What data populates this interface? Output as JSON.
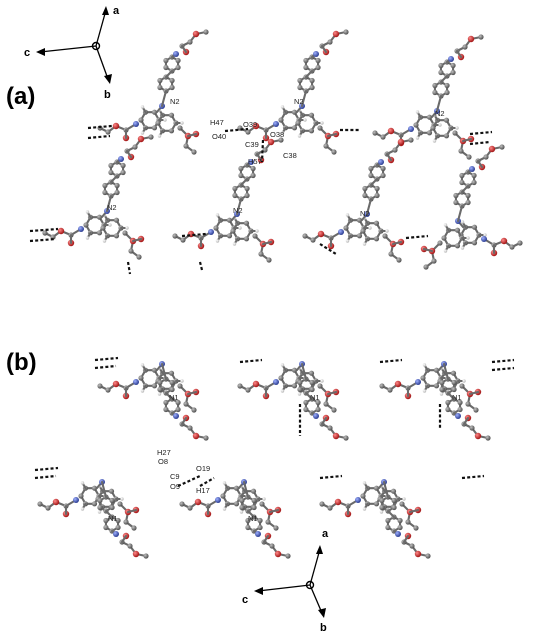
{
  "panels": [
    {
      "label": "(a)",
      "atom_labels": [
        "N2",
        "H47",
        "O40",
        "O39",
        "O38",
        "C39",
        "C38",
        "H57",
        "N2",
        "N2",
        "N2",
        "N2",
        "N2"
      ],
      "axes": {
        "a": "a",
        "b": "b",
        "c": "c",
        "origin": "O"
      }
    },
    {
      "label": "(b)",
      "atom_labels": [
        "N1",
        "N1",
        "N1",
        "H27",
        "O8",
        "C9",
        "O9",
        "O19",
        "H17",
        "N1",
        "N1"
      ],
      "axes": {
        "a": "a",
        "b": "b",
        "c": "c",
        "origin": "O"
      }
    }
  ],
  "colors": {
    "carbon": "#6a6a6a",
    "hydrogen": "#e4e4e4",
    "oxygen": "#d01818",
    "nitrogen": "#3d55b8",
    "hbond": "#111111"
  }
}
